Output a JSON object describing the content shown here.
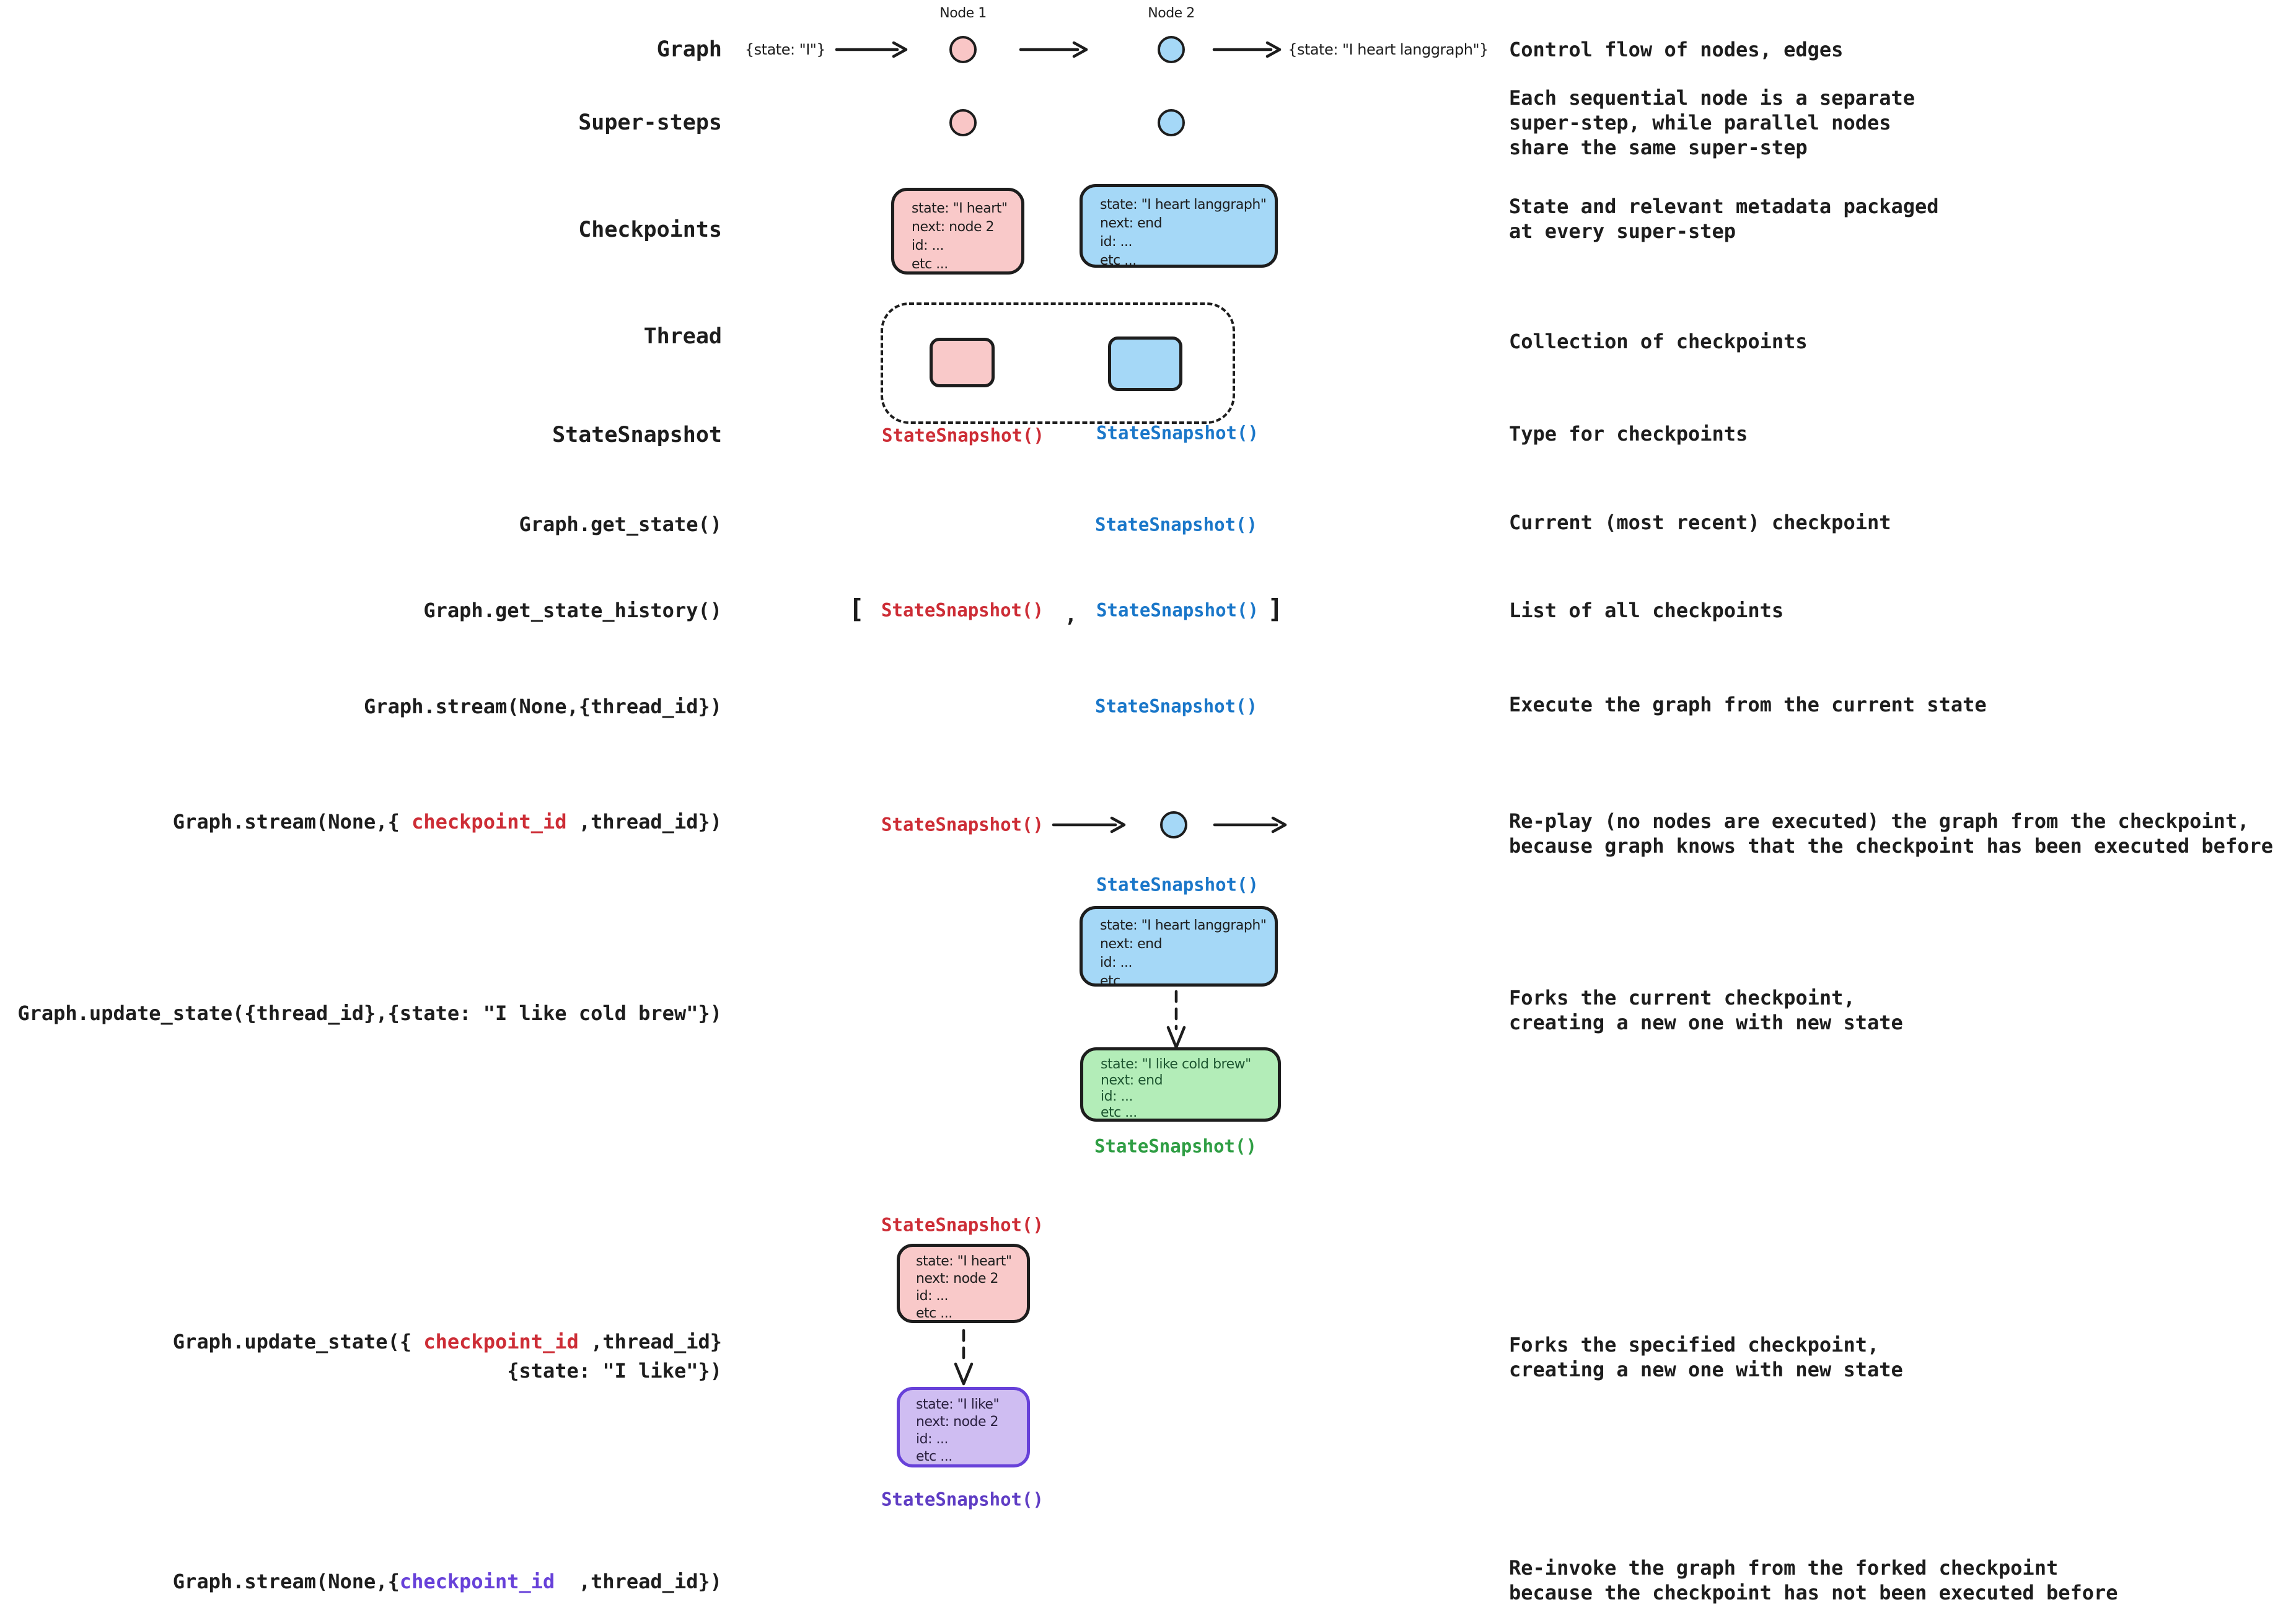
{
  "colors": {
    "ink": "#1d1d1d",
    "red": "#cd2d36",
    "blue": "#1a77c9",
    "green": "#2f9e44",
    "purple": "#5f3dc4",
    "purple_border": "#6741d9",
    "pink_fill": "#f9c9c9",
    "blue_fill": "#a5d8f7",
    "green_fill": "#b3edb8",
    "purple_fill": "#cfbdf2"
  },
  "left_labels": {
    "graph": "Graph",
    "super_steps": "Super-steps",
    "checkpoints": "Checkpoints",
    "thread": "Thread",
    "state_snapshot": "StateSnapshot",
    "get_state": "Graph.get_state()",
    "get_state_history": "Graph.get_state_history()",
    "stream_thread": "Graph.stream(None,{thread_id})",
    "stream_ckpt": {
      "pre": "Graph.stream(None,{ ",
      "highlight": "checkpoint_id",
      "post": " ,thread_id})"
    },
    "update_thread": "Graph.update_state({thread_id},{state: \"I like cold brew\"})",
    "update_ckpt": {
      "pre": "Graph.update_state({ ",
      "highlight": "checkpoint_id",
      "post": " ,thread_id}",
      "line2": "{state: \"I like\"})"
    },
    "stream_forked": {
      "pre": "Graph.stream(None,{",
      "highlight": "checkpoint_id",
      "post": "  ,thread_id})"
    }
  },
  "descriptions": {
    "graph": "Control flow of nodes, edges",
    "super_steps": "Each sequential node is a separate\nsuper-step, while parallel nodes\nshare the same super-step",
    "checkpoints": "State and relevant metadata packaged\nat every super-step",
    "thread": "Collection of checkpoints",
    "state_snapshot": "Type for checkpoints",
    "get_state": "Current (most recent) checkpoint",
    "get_state_history": "List of all checkpoints",
    "stream_thread": "Execute the graph from the current state",
    "stream_ckpt": "Re-play (no nodes are executed) the graph from the checkpoint,\nbecause graph knows that the checkpoint has been executed before",
    "update_thread": "Forks the current checkpoint,\ncreating a new one with new state",
    "update_ckpt": "Forks the specified checkpoint,\ncreating a new one with new state",
    "stream_forked": "Re-invoke the graph from the forked checkpoint\nbecause the checkpoint has not been executed before"
  },
  "diagram": {
    "node1_label": "Node 1",
    "node2_label": "Node 2",
    "input_state": "{state: \"I\"}",
    "output_state": "{state: \"I heart langgraph\"}",
    "snapshot_fn": "StateSnapshot()",
    "bracket_open": "[",
    "comma": ",",
    "bracket_close": "]",
    "checkpoint_pink": [
      "state: \"I heart\"",
      "next: node 2",
      "id: ...",
      "etc ..."
    ],
    "checkpoint_blue": [
      "state: \"I heart langgraph\"",
      "next: end",
      "id: ...",
      "etc ..."
    ],
    "checkpoint_green": [
      "state: \"I like cold brew\"",
      "next: end",
      "id: ...",
      "etc ..."
    ],
    "checkpoint_purple": [
      "state: \"I like\"",
      "next: node 2",
      "id: ...",
      "etc ..."
    ]
  }
}
